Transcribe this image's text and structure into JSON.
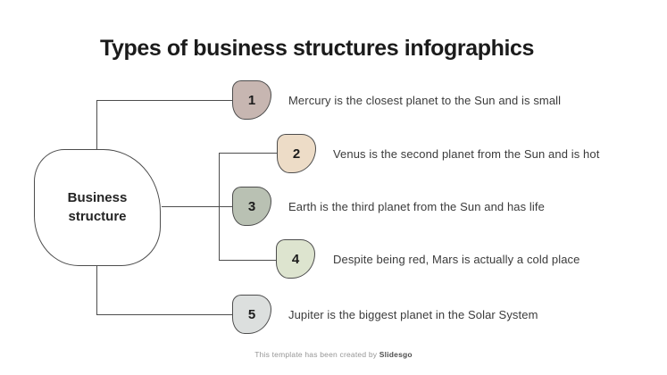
{
  "title": "Types of business structures infographics",
  "center": {
    "label": "Business structure"
  },
  "items": [
    {
      "number": "1",
      "text": "Mercury is the closest planet to the Sun and is small",
      "color": "#c7b6b1"
    },
    {
      "number": "2",
      "text": "Venus is the second planet from the Sun and is hot",
      "color": "#eddcc7"
    },
    {
      "number": "3",
      "text": "Earth is the third planet from the Sun and has life",
      "color": "#b9c1b3"
    },
    {
      "number": "4",
      "text": "Despite being red, Mars is actually a cold place",
      "color": "#dde4cf"
    },
    {
      "number": "5",
      "text": "Jupiter is the biggest planet in the Solar System",
      "color": "#dcdfde"
    }
  ],
  "footer": {
    "text": "This template has been created by ",
    "brand": "Slidesgo"
  },
  "colors": {
    "background": "#ffffff",
    "connector_line": "#4d4d4d",
    "shape_border": "#4d4d4d",
    "title_text": "#1b1b1b",
    "body_text": "#3b3b3b"
  }
}
